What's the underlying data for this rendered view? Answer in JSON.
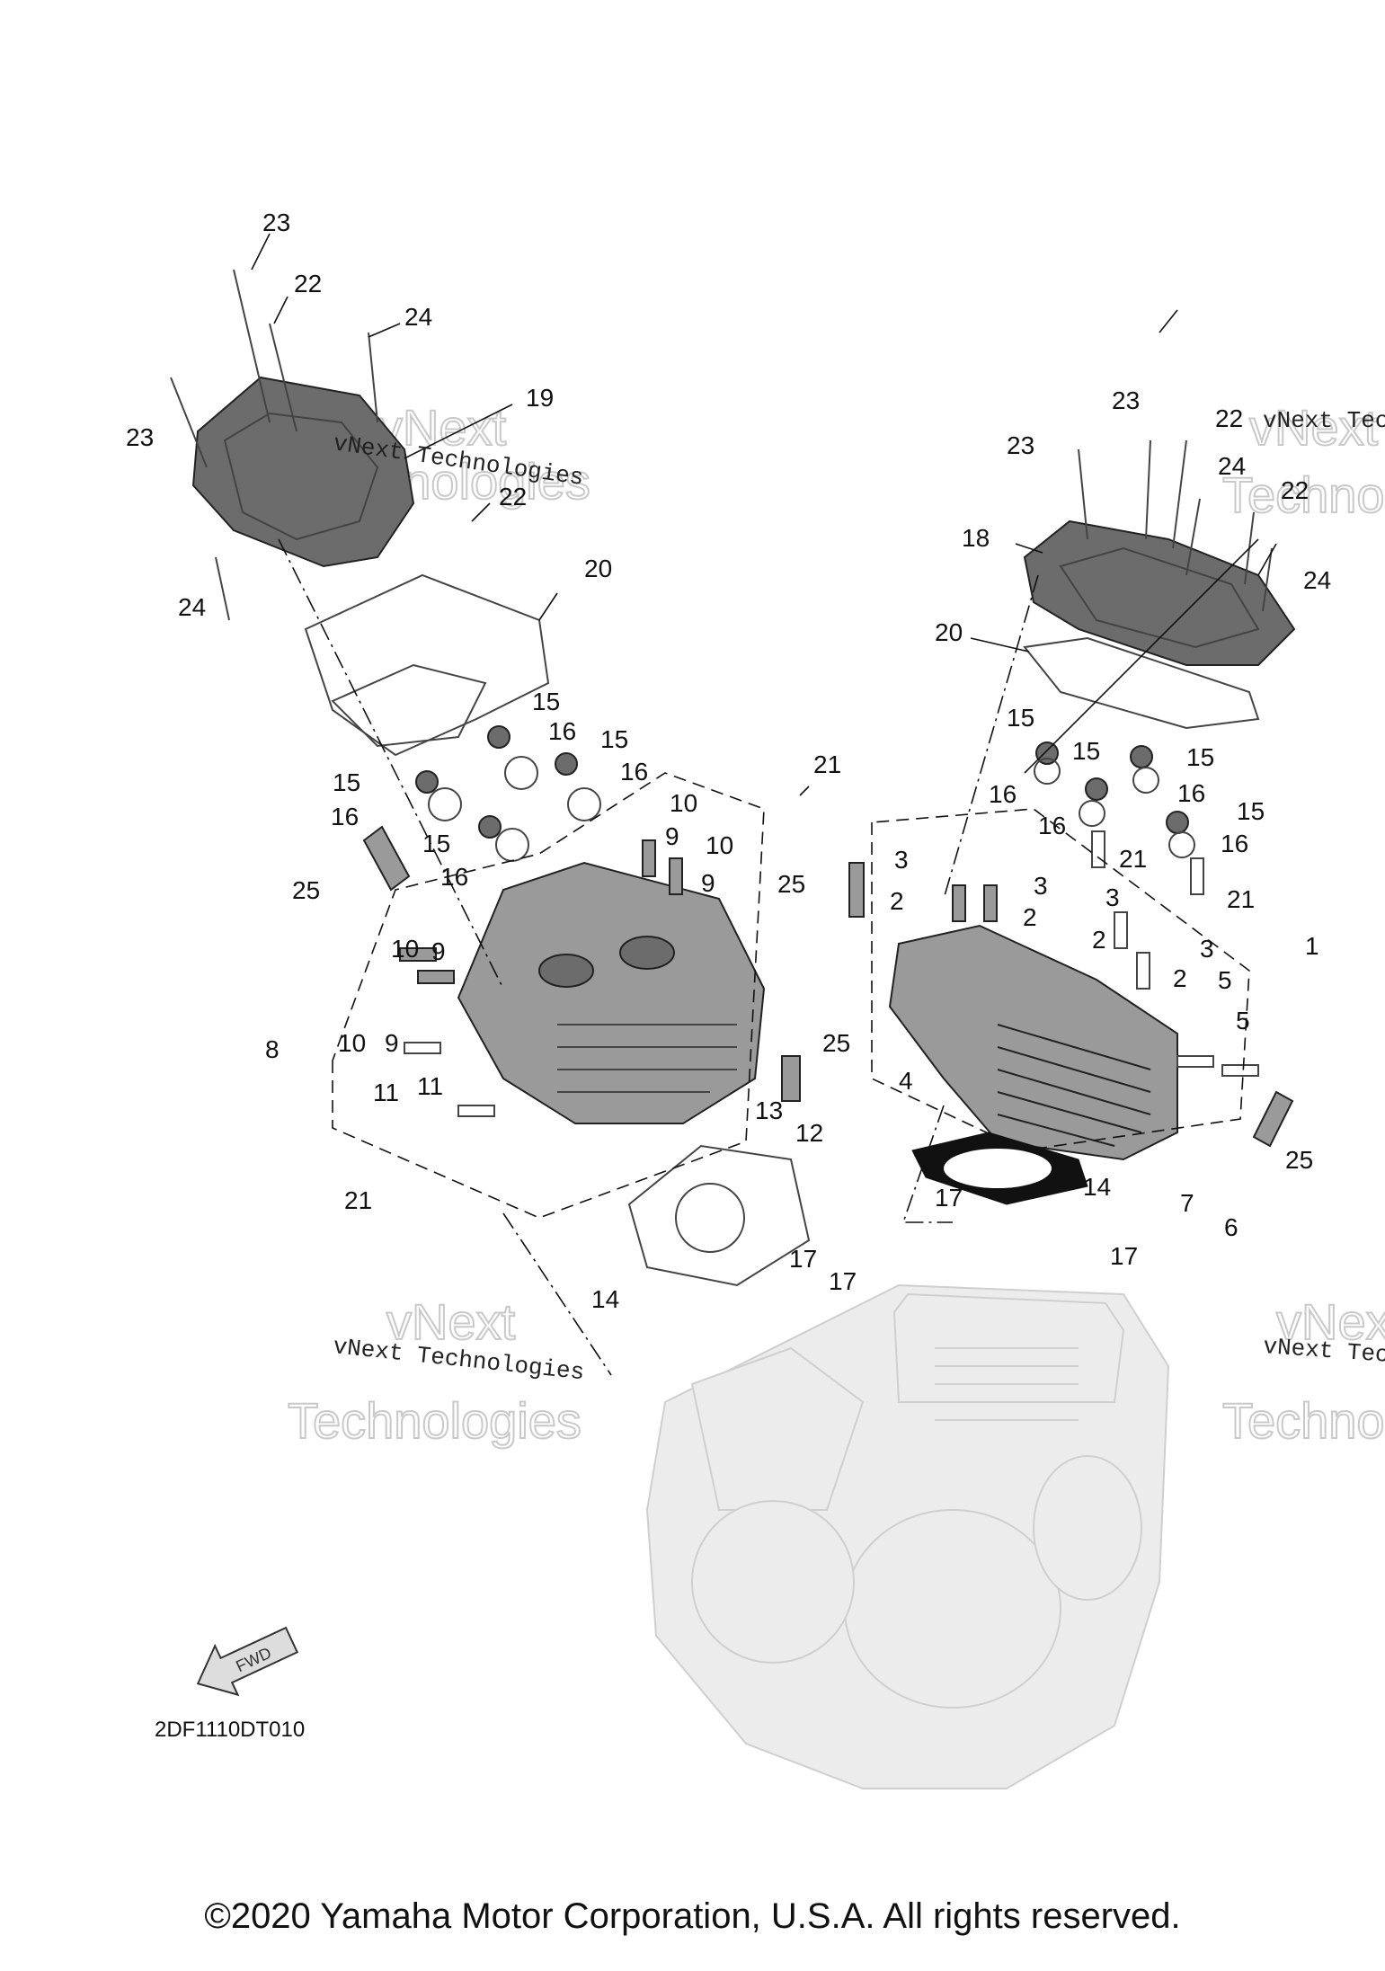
{
  "diagram_code": "2DF1110DT010",
  "fwd_label": "FWD",
  "copyright": "©2020 Yamaha Motor Corporation, U.S.A. All rights reserved.",
  "watermarks": {
    "company_line": "vNext Technologies",
    "brand_big": "vNext",
    "brand_big_2": "Technologies"
  },
  "callouts": [
    {
      "id": "c23a",
      "text": "23"
    },
    {
      "id": "c22a",
      "text": "22"
    },
    {
      "id": "c24a",
      "text": "24"
    },
    {
      "id": "c23b",
      "text": "23"
    },
    {
      "id": "c19",
      "text": "19"
    },
    {
      "id": "c22b",
      "text": "22"
    },
    {
      "id": "c24b",
      "text": "24"
    },
    {
      "id": "c20a",
      "text": "20"
    },
    {
      "id": "c15a",
      "text": "15"
    },
    {
      "id": "c16a",
      "text": "16"
    },
    {
      "id": "c15b",
      "text": "15"
    },
    {
      "id": "c15c",
      "text": "15"
    },
    {
      "id": "c16b",
      "text": "16"
    },
    {
      "id": "c16c",
      "text": "16"
    },
    {
      "id": "c15d",
      "text": "15"
    },
    {
      "id": "c16d",
      "text": "16"
    },
    {
      "id": "c21a",
      "text": "21"
    },
    {
      "id": "c10a",
      "text": "10"
    },
    {
      "id": "c9a",
      "text": "9"
    },
    {
      "id": "c10b",
      "text": "10"
    },
    {
      "id": "c9b",
      "text": "9"
    },
    {
      "id": "c25a",
      "text": "25"
    },
    {
      "id": "c10c",
      "text": "10"
    },
    {
      "id": "c9c",
      "text": "9"
    },
    {
      "id": "c8",
      "text": "8"
    },
    {
      "id": "c10d",
      "text": "10"
    },
    {
      "id": "c9d",
      "text": "9"
    },
    {
      "id": "c11a",
      "text": "11"
    },
    {
      "id": "c11b",
      "text": "11"
    },
    {
      "id": "c25b",
      "text": "25"
    },
    {
      "id": "c13",
      "text": "13"
    },
    {
      "id": "c12",
      "text": "12"
    },
    {
      "id": "c21b",
      "text": "21"
    },
    {
      "id": "c14a",
      "text": "14"
    },
    {
      "id": "c17a",
      "text": "17"
    },
    {
      "id": "c17b",
      "text": "17"
    },
    {
      "id": "c23c",
      "text": "23"
    },
    {
      "id": "c22c",
      "text": "22"
    },
    {
      "id": "c23d",
      "text": "23"
    },
    {
      "id": "c24c",
      "text": "24"
    },
    {
      "id": "c22d",
      "text": "22"
    },
    {
      "id": "c18",
      "text": "18"
    },
    {
      "id": "c24d",
      "text": "24"
    },
    {
      "id": "c20b",
      "text": "20"
    },
    {
      "id": "c15e",
      "text": "15"
    },
    {
      "id": "c15f",
      "text": "15"
    },
    {
      "id": "c15g",
      "text": "15"
    },
    {
      "id": "c16e",
      "text": "16"
    },
    {
      "id": "c16f",
      "text": "16"
    },
    {
      "id": "c16g",
      "text": "16"
    },
    {
      "id": "c15h",
      "text": "15"
    },
    {
      "id": "c16h",
      "text": "16"
    },
    {
      "id": "c21c",
      "text": "21"
    },
    {
      "id": "c25c",
      "text": "25"
    },
    {
      "id": "c3a",
      "text": "3"
    },
    {
      "id": "c3b",
      "text": "3"
    },
    {
      "id": "c2a",
      "text": "2"
    },
    {
      "id": "c2b",
      "text": "2"
    },
    {
      "id": "c21d",
      "text": "21"
    },
    {
      "id": "c3c",
      "text": "3"
    },
    {
      "id": "c2c",
      "text": "2"
    },
    {
      "id": "c3d",
      "text": "3"
    },
    {
      "id": "c1",
      "text": "1"
    },
    {
      "id": "c2d",
      "text": "2"
    },
    {
      "id": "c5a",
      "text": "5"
    },
    {
      "id": "c5b",
      "text": "5"
    },
    {
      "id": "c4",
      "text": "4"
    },
    {
      "id": "c25d",
      "text": "25"
    },
    {
      "id": "c14b",
      "text": "14"
    },
    {
      "id": "c7",
      "text": "7"
    },
    {
      "id": "c6",
      "text": "6"
    },
    {
      "id": "c17c",
      "text": "17"
    },
    {
      "id": "c17d",
      "text": "17"
    }
  ]
}
